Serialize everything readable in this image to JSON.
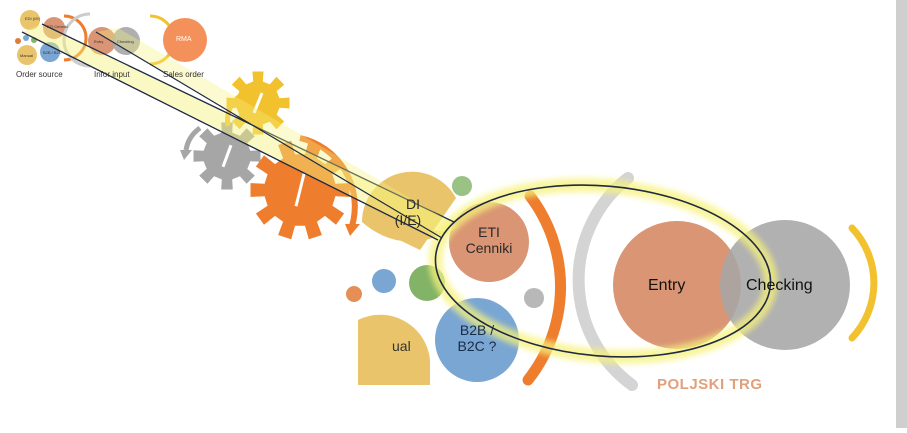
{
  "thumbnail": {
    "order_source_label": "Order source",
    "infor_input_label": "Infor input",
    "sales_order_label": "Sales order",
    "rma_label": "RMA",
    "entry_label": "Entry",
    "checking_label": "Checking",
    "edi_label": "EDI (I/E)",
    "eti_label": "ETI Cenniki",
    "manual_label": "Manual",
    "b2b_label": "B2B / B2C"
  },
  "main": {
    "edi_line1": "DI",
    "edi_line2": "(I/E)",
    "eti_line1": "ETI",
    "eti_line2": "Cenniki",
    "b2b_line1": "B2B /",
    "b2b_line2": "B2C ?",
    "manual_partial": "ual",
    "entry_label": "Entry",
    "checking_label": "Checking",
    "caption": "POLJSKI TRG"
  },
  "colors": {
    "orange": "#ee7d2e",
    "gold": "#f2c12e",
    "gray": "#a6a6a6",
    "salmon": "#d99574",
    "blue": "#7aa6d3",
    "green": "#82b366",
    "highlight": "#f7f27a",
    "outline": "#1f2a44"
  }
}
